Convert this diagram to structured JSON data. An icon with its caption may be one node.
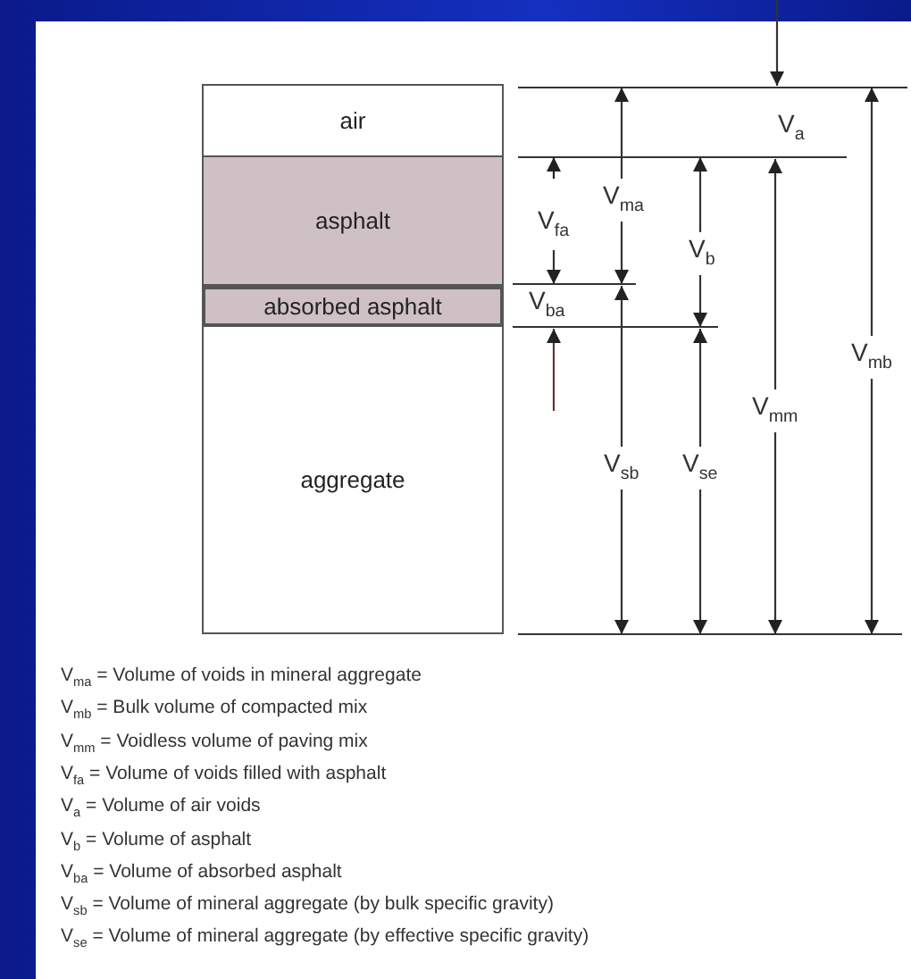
{
  "diagram": {
    "nodes": [
      {
        "text": [
          "air"
        ]
      },
      {
        "text": [
          "asphalt"
        ]
      },
      {
        "text": [
          "absorbed asphalt"
        ]
      },
      {
        "text": [
          "aggregate"
        ]
      }
    ],
    "labels": [
      "V$_{a}$",
      "V$_{ma}$",
      "V$_{fa}$",
      "V$_{b}$",
      "V$_{ba}$",
      "V$_{mb}$",
      "V$_{mm}$",
      "V$_{sb}$",
      "V$_{se}$",
      "V$_{ma}$ = Volume of voids in mineral aggregate",
      "V$_{mb}$ = Bulk volume of compacted mix",
      "V$_{mm}$ = Voidless volume of paving mix",
      "V$_{fa}$ = Volume of voids filled with asphalt",
      "V$_{a}$ = Volume of air voids",
      "V$_{b}$ = Volume of asphalt",
      "V$_{ba}$ = Volume of absorbed asphalt",
      "V$_{sb}$ = Volume of mineral aggregate (by bulk specific gravity)",
      "V$_{se}$ = Volume of mineral aggregate (by effective specific gravity)"
    ]
  }
}
